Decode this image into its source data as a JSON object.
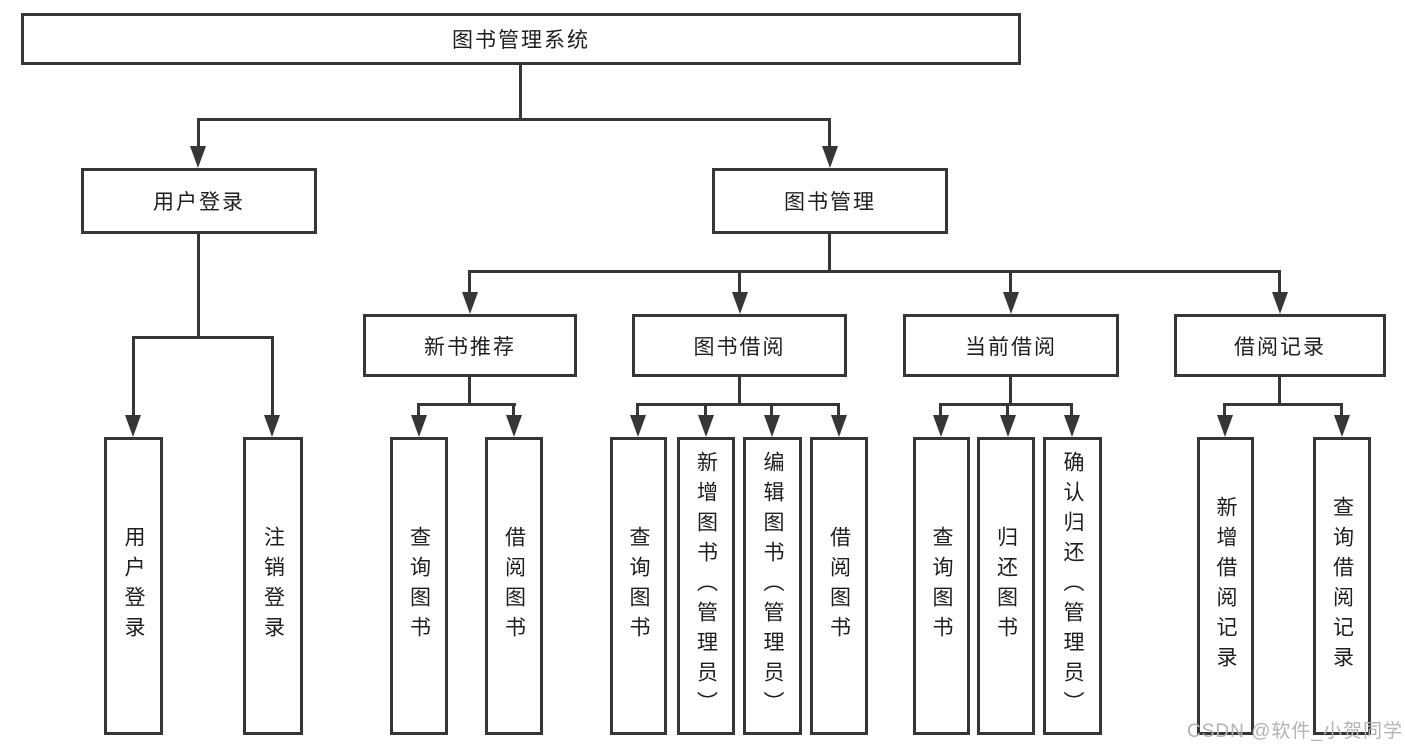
{
  "colors": {
    "line": "#363636",
    "text": "#1e1e1e",
    "watermark": "#b3b3b3",
    "background": "#ffffff"
  },
  "tree": {
    "root": "图书管理系统",
    "branches": [
      {
        "label": "用户登录",
        "children": [
          "用户登录",
          "注销登录"
        ]
      },
      {
        "label": "图书管理",
        "children": [
          {
            "label": "新书推荐",
            "children": [
              "查询图书",
              "借阅图书"
            ]
          },
          {
            "label": "图书借阅",
            "children": [
              "查询图书",
              "新增图书（管理员）",
              "编辑图书（管理员）",
              "借阅图书"
            ]
          },
          {
            "label": "当前借阅",
            "children": [
              "查询图书",
              "归还图书",
              "确认归还（管理员）"
            ]
          },
          {
            "label": "借阅记录",
            "children": [
              "新增借阅记录",
              "查询借阅记录"
            ]
          }
        ]
      }
    ]
  },
  "watermark": "CSDN @软件_小贺同学"
}
